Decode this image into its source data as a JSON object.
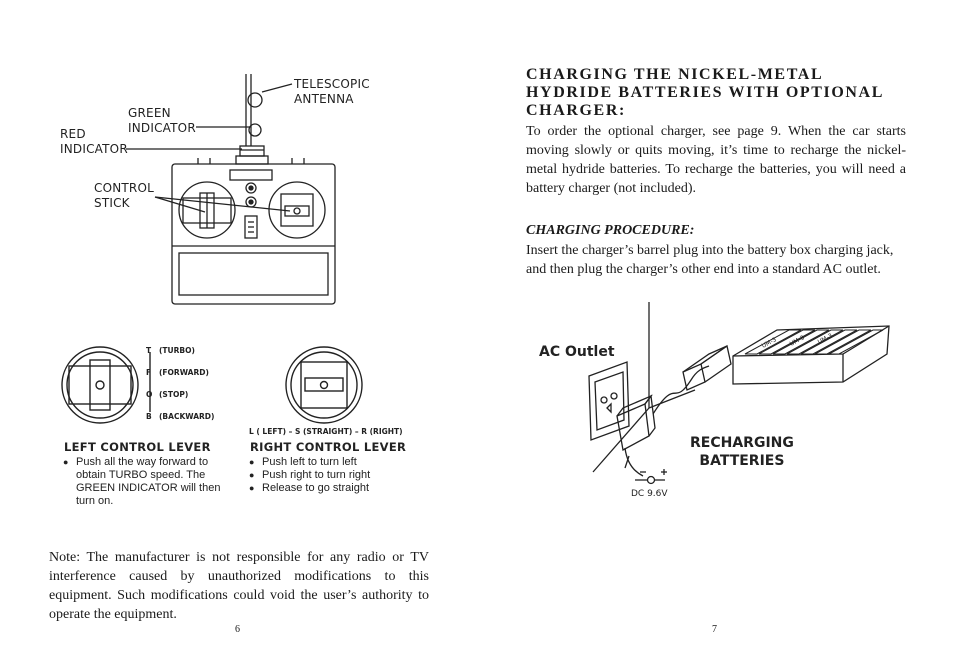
{
  "left_page": {
    "transmitter_labels": {
      "antenna": [
        "TELESCOPIC",
        "ANTENNA"
      ],
      "green_indicator": [
        "GREEN",
        "INDICATOR"
      ],
      "red_indicator": [
        "RED",
        "INDICATOR"
      ],
      "control_stick": [
        "CONTROL",
        "STICK"
      ]
    },
    "lever_positions": {
      "turbo": "(TURBO)",
      "forward": "(FORWARD)",
      "stop": "(STOP)",
      "backward": "(BACKWARD)",
      "letters": [
        "T",
        "F",
        "O",
        "B"
      ],
      "right_axis": "L ( LEFT) – S (STRAIGHT) – R (RIGHT)"
    },
    "left_lever": {
      "title": "LEFT CONTROL LEVER",
      "bullets": [
        "Push all the way forward to obtain TURBO speed. The GREEN INDICATOR will then turn on."
      ]
    },
    "right_lever": {
      "title": "RIGHT CONTROL LEVER",
      "bullets": [
        "Push left to turn left",
        "Push right to turn right",
        "Release to go straight"
      ]
    },
    "note": "Note: The manufacturer is not responsible for any radio or TV interference caused by unauthorized modifications to this equipment. Such modifications could void the user’s authority to operate the equipment.",
    "page_number": "6"
  },
  "right_page": {
    "heading": "CHARGING THE NICKEL-METAL HYDRIDE BATTERIES WITH OPTIONAL CHARGER:",
    "intro": "To order the optional charger, see page 9. When the car starts moving slowly or quits moving, it’s time to recharge the nickel-metal hydride batteries. To recharge the batteries, you will need a battery charger (not included).",
    "procedure_heading": "CHARGING PROCEDURE:",
    "procedure_text": "Insert the charger’s barrel plug into the battery box charging jack, and then plug the charger’s other end into a standard AC outlet.",
    "figure_labels": {
      "ac_outlet": "AC Outlet",
      "recharging": [
        "RECHARGING",
        "BATTERIES"
      ],
      "dc_rating": "DC 9.6V",
      "battery_brand": "UM-3"
    },
    "page_number": "7"
  }
}
